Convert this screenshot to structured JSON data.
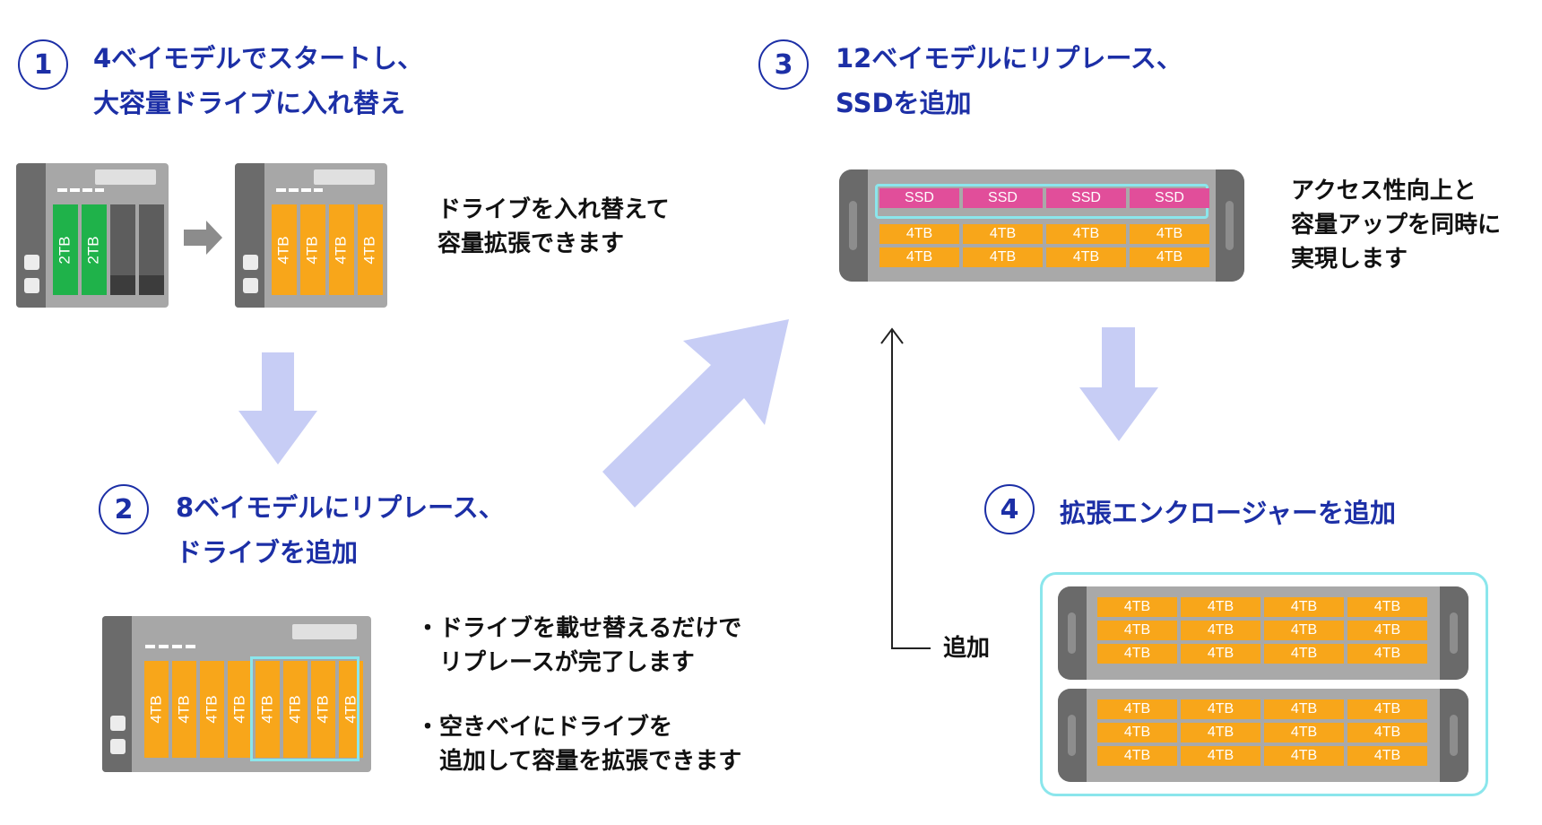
{
  "colors": {
    "title": "#1c2fa6",
    "drive_2tb": "#1fb24a",
    "drive_4tb": "#f8a61a",
    "ssd": "#e14e9a",
    "highlight": "#8be6ec",
    "flow_arrow": "#c7cdf5"
  },
  "step1": {
    "number": "1",
    "title_line1": "4ベイモデルでスタートし、",
    "title_line2": "大容量ドライブに入れ替え",
    "desc_line1": "ドライブを入れ替えて",
    "desc_line2": "容量拡張できます",
    "before_drives": [
      "2TB",
      "2TB",
      "",
      ""
    ],
    "after_drives": [
      "4TB",
      "4TB",
      "4TB",
      "4TB"
    ]
  },
  "step2": {
    "number": "2",
    "title_line1": "8ベイモデルにリプレース、",
    "title_line2": "ドライブを追加",
    "bullet1_line1": "・ドライブを載せ替えるだけで",
    "bullet1_line2": "リプレースが完了します",
    "bullet2_line1": "・空きベイにドライブを",
    "bullet2_line2": "追加して容量を拡張できます",
    "drives": [
      "4TB",
      "4TB",
      "4TB",
      "4TB",
      "4TB",
      "4TB",
      "4TB",
      "4TB"
    ]
  },
  "step3": {
    "number": "3",
    "title_line1": "12ベイモデルにリプレース、",
    "title_line2": "SSDを追加",
    "desc_line1": "アクセス性向上と",
    "desc_line2": "容量アップを同時に",
    "desc_line3": "実現します",
    "ssd_row": [
      "SSD",
      "SSD",
      "SSD",
      "SSD"
    ],
    "drive_rows": [
      [
        "4TB",
        "4TB",
        "4TB",
        "4TB"
      ],
      [
        "4TB",
        "4TB",
        "4TB",
        "4TB"
      ]
    ]
  },
  "step4": {
    "number": "4",
    "title": "拡張エンクロージャーを追加",
    "add_label": "追加",
    "enclosures": [
      {
        "rows": [
          [
            "4TB",
            "4TB",
            "4TB",
            "4TB"
          ],
          [
            "4TB",
            "4TB",
            "4TB",
            "4TB"
          ],
          [
            "4TB",
            "4TB",
            "4TB",
            "4TB"
          ]
        ]
      },
      {
        "rows": [
          [
            "4TB",
            "4TB",
            "4TB",
            "4TB"
          ],
          [
            "4TB",
            "4TB",
            "4TB",
            "4TB"
          ],
          [
            "4TB",
            "4TB",
            "4TB",
            "4TB"
          ]
        ]
      }
    ]
  }
}
